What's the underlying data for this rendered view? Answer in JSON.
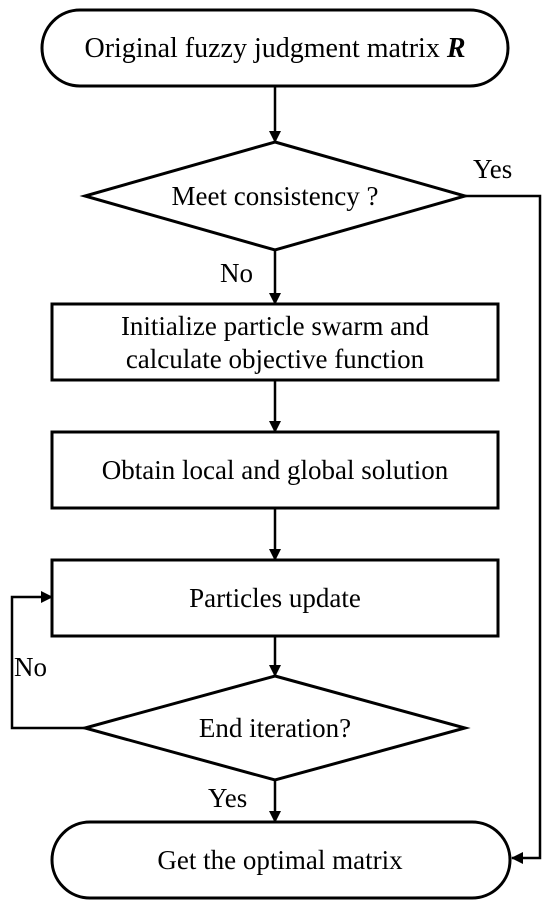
{
  "nodes": {
    "start": {
      "text": "Original fuzzy judgment matrix ",
      "symbol": "R"
    },
    "consistency": {
      "text": "Meet consistency ?"
    },
    "init": {
      "line1": "Initialize particle swarm and",
      "line2": "calculate objective function"
    },
    "obtain": {
      "text": "Obtain local and global solution"
    },
    "update": {
      "text": "Particles update"
    },
    "end_iter": {
      "text": "End iteration?"
    },
    "final": {
      "text": "Get the optimal matrix"
    }
  },
  "edges": {
    "consistency_yes": "Yes",
    "consistency_no": "No",
    "iteration_no": "No",
    "iteration_yes": "Yes"
  }
}
